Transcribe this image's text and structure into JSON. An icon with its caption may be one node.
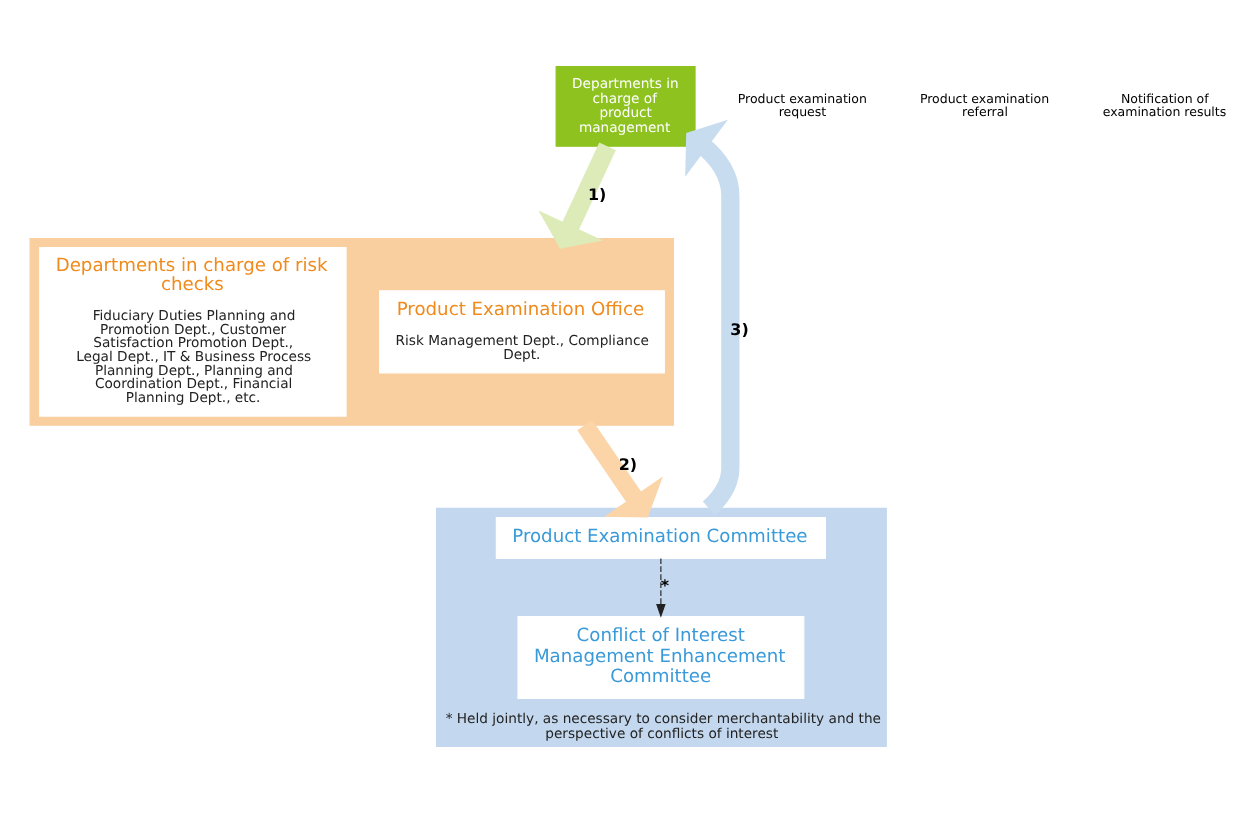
{
  "diagram": {
    "nodes": [
      {
        "text": [
          "Departments in charge of product management"
        ]
      },
      {
        "text": [],
        "shape": "box"
      },
      {
        "text": [
          "Product Examination Office",
          "Risk Management Dept., Compliance Dept."
        ],
        "in": 1
      },
      {
        "text": [
          "Departments in charge of risk checks",
          "Fiduciary Duties Planning and Promotion Dept., Customer Satisfaction Promotion Dept., Legal Dept., IT & Business Process Planning Dept., Planning and Coordination Dept., Financial Planning Dept., etc."
        ],
        "in": 1
      },
      {
        "text": [
          "* Held jointly, as necessary to consider merchantability and the perspective of conflicts of interest"
        ]
      },
      {
        "text": [
          "Product Examination Committee"
        ],
        "in": 4
      },
      {
        "text": [
          "Conflict of Interest Management Enhancement Committee"
        ],
        "in": 4
      }
    ],
    "edges": [
      {
        "from": 0,
        "to": 1,
        "arrow": "to",
        "label": "1)",
        "color": "#dcebb8"
      },
      {
        "from": 1,
        "to": 4,
        "arrow": "to",
        "label": "2)",
        "color": "#fbd5a8"
      },
      {
        "from": 4,
        "to": 0,
        "arrow": "to",
        "label": "3)",
        "color": "#c8dcf0"
      },
      {
        "from": 5,
        "to": 6,
        "arrow": "to",
        "label": "*",
        "style": "dashed",
        "color": "#222222"
      }
    ],
    "labels": [
      "Product examination request",
      "Product examination referral",
      "Notification of examination results"
    ]
  }
}
